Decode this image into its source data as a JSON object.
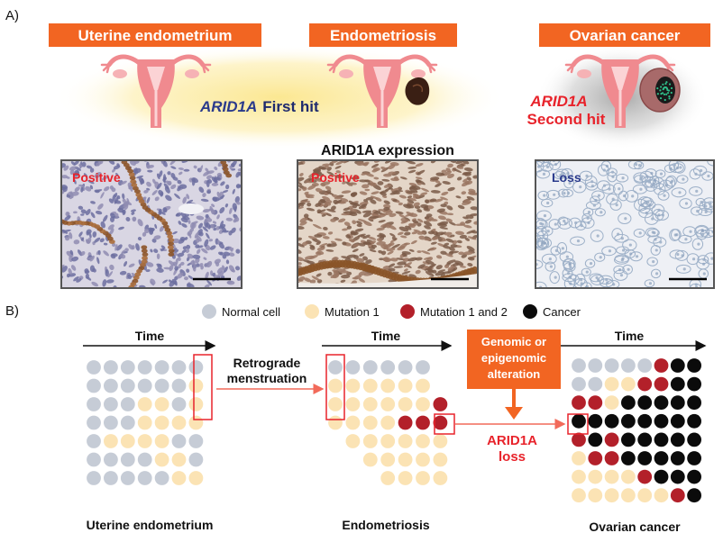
{
  "panel_a": {
    "label": "A)",
    "stages": [
      "Uterine endometrium",
      "Endometriosis",
      "Ovarian cancer"
    ],
    "first_hit_gene": "ARID1A",
    "first_hit_text": "First hit",
    "second_hit_gene": "ARID1A",
    "second_hit_text": "Second hit",
    "expression_title": "ARID1A expression",
    "micrographs": [
      {
        "label": "Positive",
        "label_color": "#e8232b",
        "stain": "positive"
      },
      {
        "label": "Positive",
        "label_color": "#e8232b",
        "stain": "positive"
      },
      {
        "label": "Loss",
        "label_color": "#2a3a8c",
        "stain": "loss"
      }
    ]
  },
  "panel_b": {
    "label": "B)",
    "legend": [
      {
        "label": "Normal cell",
        "color": "#c6ccd6"
      },
      {
        "label": "Mutation 1",
        "color": "#fbe3b4"
      },
      {
        "label": "Mutation 1 and 2",
        "color": "#b3202a"
      },
      {
        "label": "Cancer",
        "color": "#0b0b0b"
      }
    ],
    "time_label": "Time",
    "retrograde_label_1": "Retrograde",
    "retrograde_label_2": "menstruation",
    "alteration_lines": [
      "Genomic or",
      "epigenomic",
      "alteration"
    ],
    "loss_lines": [
      "ARID1A",
      "loss"
    ],
    "grid_captions": [
      "Uterine endometrium",
      "Endometriosis",
      "Ovarian cancer"
    ],
    "grids": [
      [
        "NNNNNNN",
        "NNNNNNM",
        "NNNMMNM",
        "NNNMMMM",
        "NMMMMNN",
        "NNNNMMN",
        "NNNNNMM"
      ],
      [
        "NNNNNN.",
        "MMMMMM.",
        "MMMMMMR",
        "MMMMRRR",
        ".MMMMMM",
        "..MMMMM",
        "...MMMM"
      ],
      [
        "NNNNNRCC",
        "NNMMRRCC",
        "RRMCCCCC",
        "CCCCCCCC",
        "RCRCCCCC",
        "MRRCCCCC",
        "MMMMRCCC",
        "MMMMMMRC"
      ]
    ],
    "colors": {
      "N": "#c6ccd6",
      "M": "#fbe3b4",
      "R": "#b3202a",
      "C": "#0b0b0b"
    }
  },
  "colors": {
    "stage_box": "#f26522",
    "highlight_red": "#e8232b",
    "navy": "#2a3a8c",
    "glow": "#fbe9a0"
  }
}
